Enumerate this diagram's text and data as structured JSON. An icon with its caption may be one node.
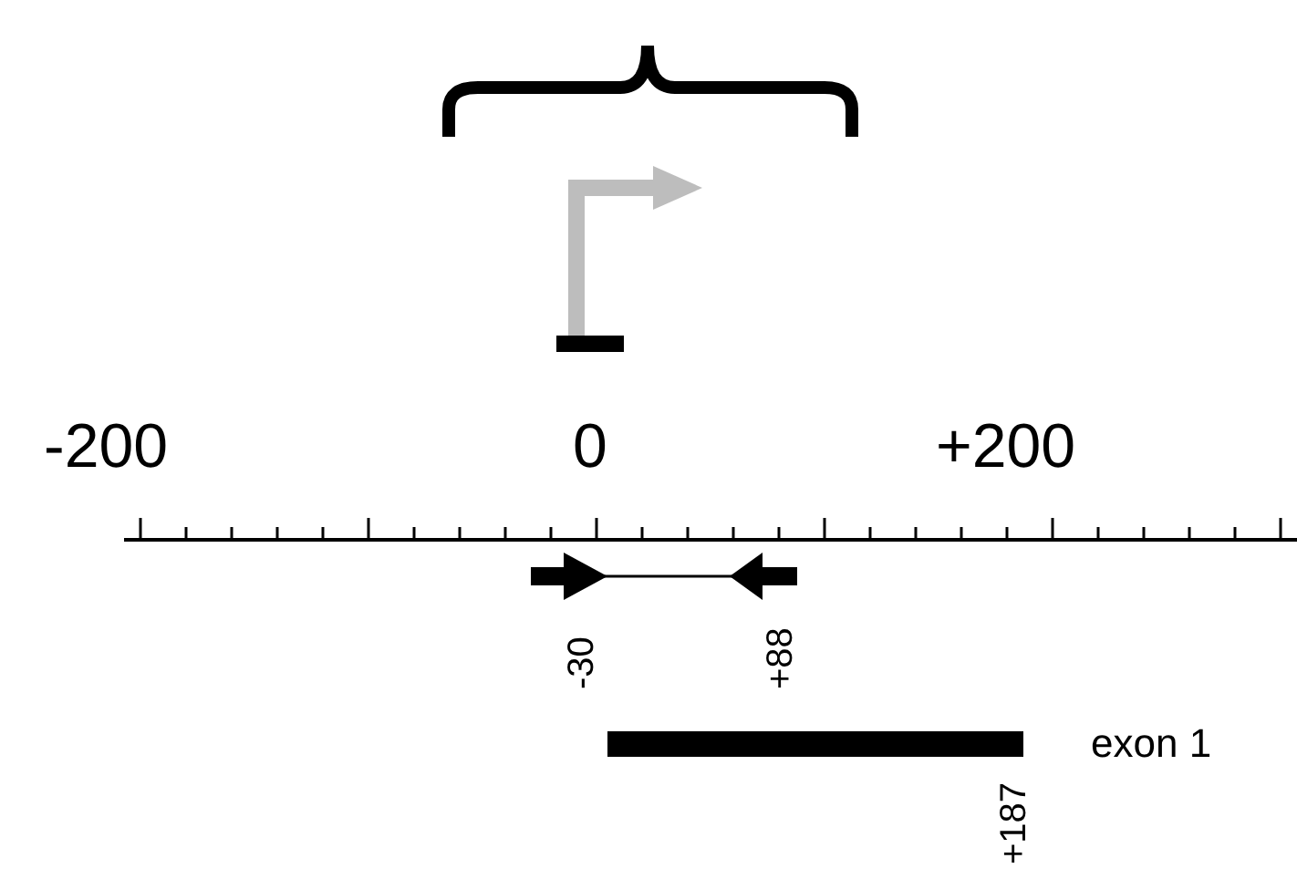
{
  "diagram": {
    "nodes": [
      {
        "text": [],
        "shape": "bar",
        "beside": [
          "exon 1"
        ]
      }
    ],
    "labels": [
      "-200",
      "0",
      "+200",
      "-30",
      "+88",
      "+187"
    ]
  }
}
